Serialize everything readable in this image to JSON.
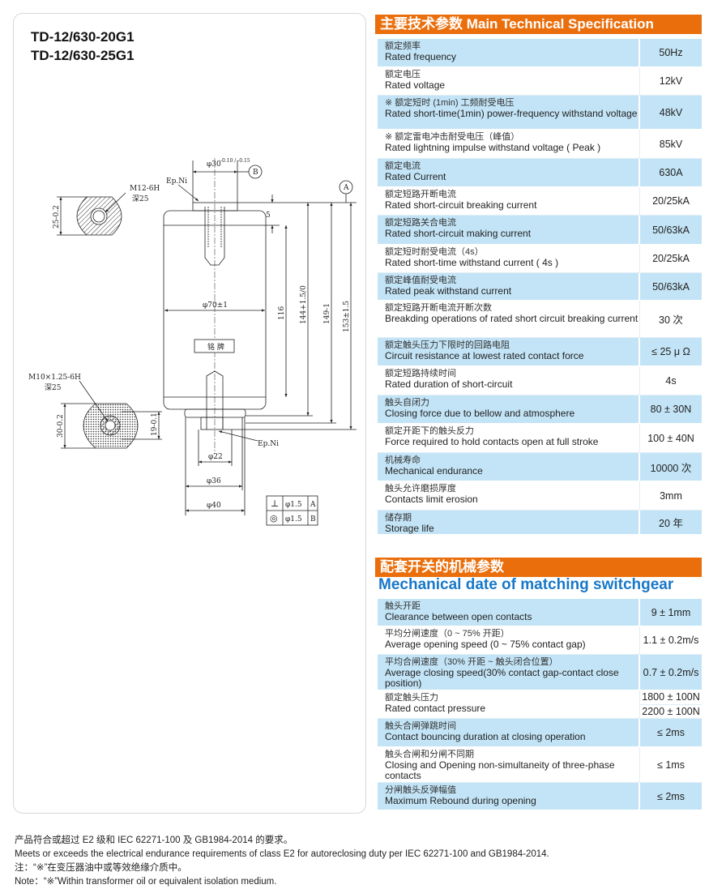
{
  "models": [
    "TD-12/630-20G1",
    "TD-12/630-25G1"
  ],
  "drawing": {
    "top_section": {
      "thread": "M12-6H",
      "depth": "深25",
      "dim": "25-0.2"
    },
    "bottom_section": {
      "thread": "M10×1.25-6H",
      "depth": "深25",
      "dim_outer": "30-0.2",
      "dim_inner": "19-0.1"
    },
    "top_terminal_dim": "φ30",
    "top_terminal_tol": "-0.10 / -0.15",
    "datum_a": "A",
    "datum_b": "B",
    "plating_top": "Ep.Ni",
    "plating_bottom": "Ep.Ni",
    "dim_5": "5",
    "diameter_body": "φ70±1",
    "height_116": "116",
    "height_144": "144+1.5/0",
    "height_149": "149-1",
    "height_153": "153±1.5",
    "nameplate": "铭 牌",
    "dia_22": "φ22",
    "dia_36": "φ36",
    "dia_40": "φ40",
    "tolerance": [
      {
        "symbol": "⊥",
        "value": "φ1.5",
        "datum": "A"
      },
      {
        "symbol": "◎",
        "value": "φ1.5",
        "datum": "B"
      }
    ]
  },
  "main_spec": {
    "title": "主要技术参数 Main Technical Specification",
    "rows": [
      {
        "zh": "额定频率",
        "en": "Rated frequency",
        "value": [
          "50Hz"
        ]
      },
      {
        "zh": "额定电压",
        "en": "Rated voltage",
        "value": [
          "12kV"
        ]
      },
      {
        "zh": "※ 额定短时 (1min) 工频耐受电压",
        "en": "Rated short-time(1min) power-frequency withstand voltage",
        "value": [
          "48kV"
        ]
      },
      {
        "zh": "※ 额定雷电冲击耐受电压（峰值）",
        "en": "Rated lightning impulse withstand voltage ( Peak )",
        "value": [
          "85kV"
        ]
      },
      {
        "zh": "额定电流",
        "en": "Rated Current",
        "value": [
          "630A"
        ]
      },
      {
        "zh": "额定短路开断电流",
        "en": "Rated short-circuit breaking current",
        "value": [
          "20/25kA"
        ]
      },
      {
        "zh": "额定短路关合电流",
        "en": "Rated short-circuit making current",
        "value": [
          "50/63kA"
        ]
      },
      {
        "zh": "额定短时耐受电流（4s）",
        "en": "Rated short-time withstand current ( 4s )",
        "value": [
          "20/25kA"
        ]
      },
      {
        "zh": "额定峰值耐受电流",
        "en": "Rated peak withstand current",
        "value": [
          "50/63kA"
        ]
      },
      {
        "zh": "额定短路开断电流开断次数",
        "en": "Breakding operations of rated short circuit breaking current",
        "value": [
          "30 次"
        ]
      },
      {
        "zh": "额定触头压力下限时的回路电阻",
        "en": "Circuit resistance at lowest rated contact force",
        "value": [
          "≤ 25 μ Ω"
        ]
      },
      {
        "zh": "额定短路持续时间",
        "en": "Rated duration of short-circuit",
        "value": [
          "4s"
        ]
      },
      {
        "zh": "触头自闭力",
        "en": "Closing force due to bellow and atmosphere",
        "value": [
          "80 ± 30N"
        ]
      },
      {
        "zh": "额定开距下的触头反力",
        "en": "Force required to hold contacts open at full stroke",
        "value": [
          "100 ± 40N"
        ]
      },
      {
        "zh": "机械寿命",
        "en": "Mechanical endurance",
        "value": [
          "10000 次"
        ]
      },
      {
        "zh": "触头允许磨损厚度",
        "en": "Contacts limit erosion",
        "value": [
          "3mm"
        ]
      },
      {
        "zh": "储存期",
        "en": "Storage life",
        "value": [
          "20 年"
        ]
      }
    ]
  },
  "mech_spec": {
    "title_zh": "配套开关的机械参数",
    "title_en": "Mechanical date of matching switchgear",
    "rows": [
      {
        "zh": "触头开距",
        "en": "Clearance between open contacts",
        "value": [
          "9 ± 1mm"
        ]
      },
      {
        "zh": "平均分闸速度（0 ~ 75% 开距）",
        "en": "Average opening speed (0 ~ 75% contact gap)",
        "value": [
          "1.1 ± 0.2m/s"
        ]
      },
      {
        "zh": "平均合闸速度（30% 开距 ~ 触头闭合位置）",
        "en": "Average closing speed(30% contact gap-contact close position)",
        "value": [
          "0.7 ± 0.2m/s"
        ]
      },
      {
        "zh": "额定触头压力",
        "en": "Rated contact pressure",
        "value": [
          "1800 ± 100N",
          "2200 ± 100N"
        ]
      },
      {
        "zh": "触头合闸弹跳时间",
        "en": "Contact bouncing duration at closing operation",
        "value": [
          "≤ 2ms"
        ]
      },
      {
        "zh": "触头合闸和分闸不同期",
        "en": "Closing and Opening non-simultaneity of three-phase contacts",
        "value": [
          "≤ 1ms"
        ]
      },
      {
        "zh": "分闸触头反弹幅值",
        "en": "Maximum Rebound during opening",
        "value": [
          "≤ 2ms"
        ]
      }
    ]
  },
  "notes": [
    "产品符合或超过 E2 级和 IEC 62271-100 及 GB1984-2014 的要求。",
    "Meets or exceeds the electrical endurance requirements of class E2 for autoreclosing duty per IEC 62271-100 and GB1984-2014.",
    "注：“※”在变压器油中或等效绝缘介质中。",
    "Note：“※”Within transformer oil or equivalent isolation medium."
  ],
  "colors": {
    "header_orange": "#ea6f0c",
    "row_blue": "#c3e4f6",
    "title_blue": "#1878c8"
  }
}
